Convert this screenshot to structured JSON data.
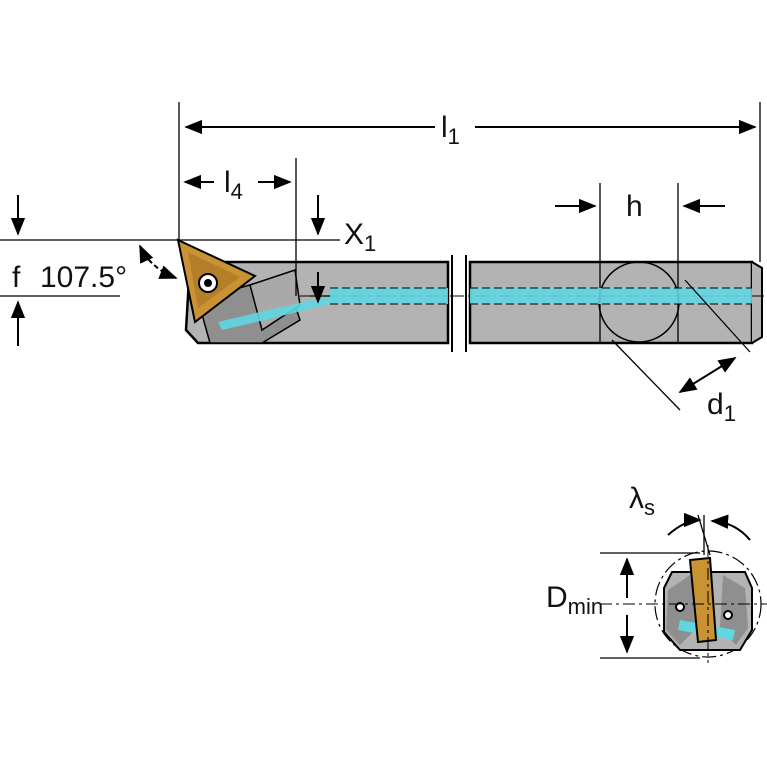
{
  "labels": {
    "l1": "l",
    "l1_sub": "1",
    "l4": "l",
    "l4_sub": "4",
    "h": "h",
    "x1": "X",
    "x1_sub": "1",
    "f": "f",
    "angle": "107.5°",
    "d1": "d",
    "d1_sub": "1",
    "lambda": "λ",
    "lambda_sub": "s",
    "dmin": "D",
    "dmin_sub": "min"
  },
  "colors": {
    "body": "#b3b3b3",
    "body_dark": "#8f8f8f",
    "outline": "#000000",
    "coolant": "#5fd6e0",
    "insert": "#c99233",
    "insert_dark": "#8a5d17"
  }
}
